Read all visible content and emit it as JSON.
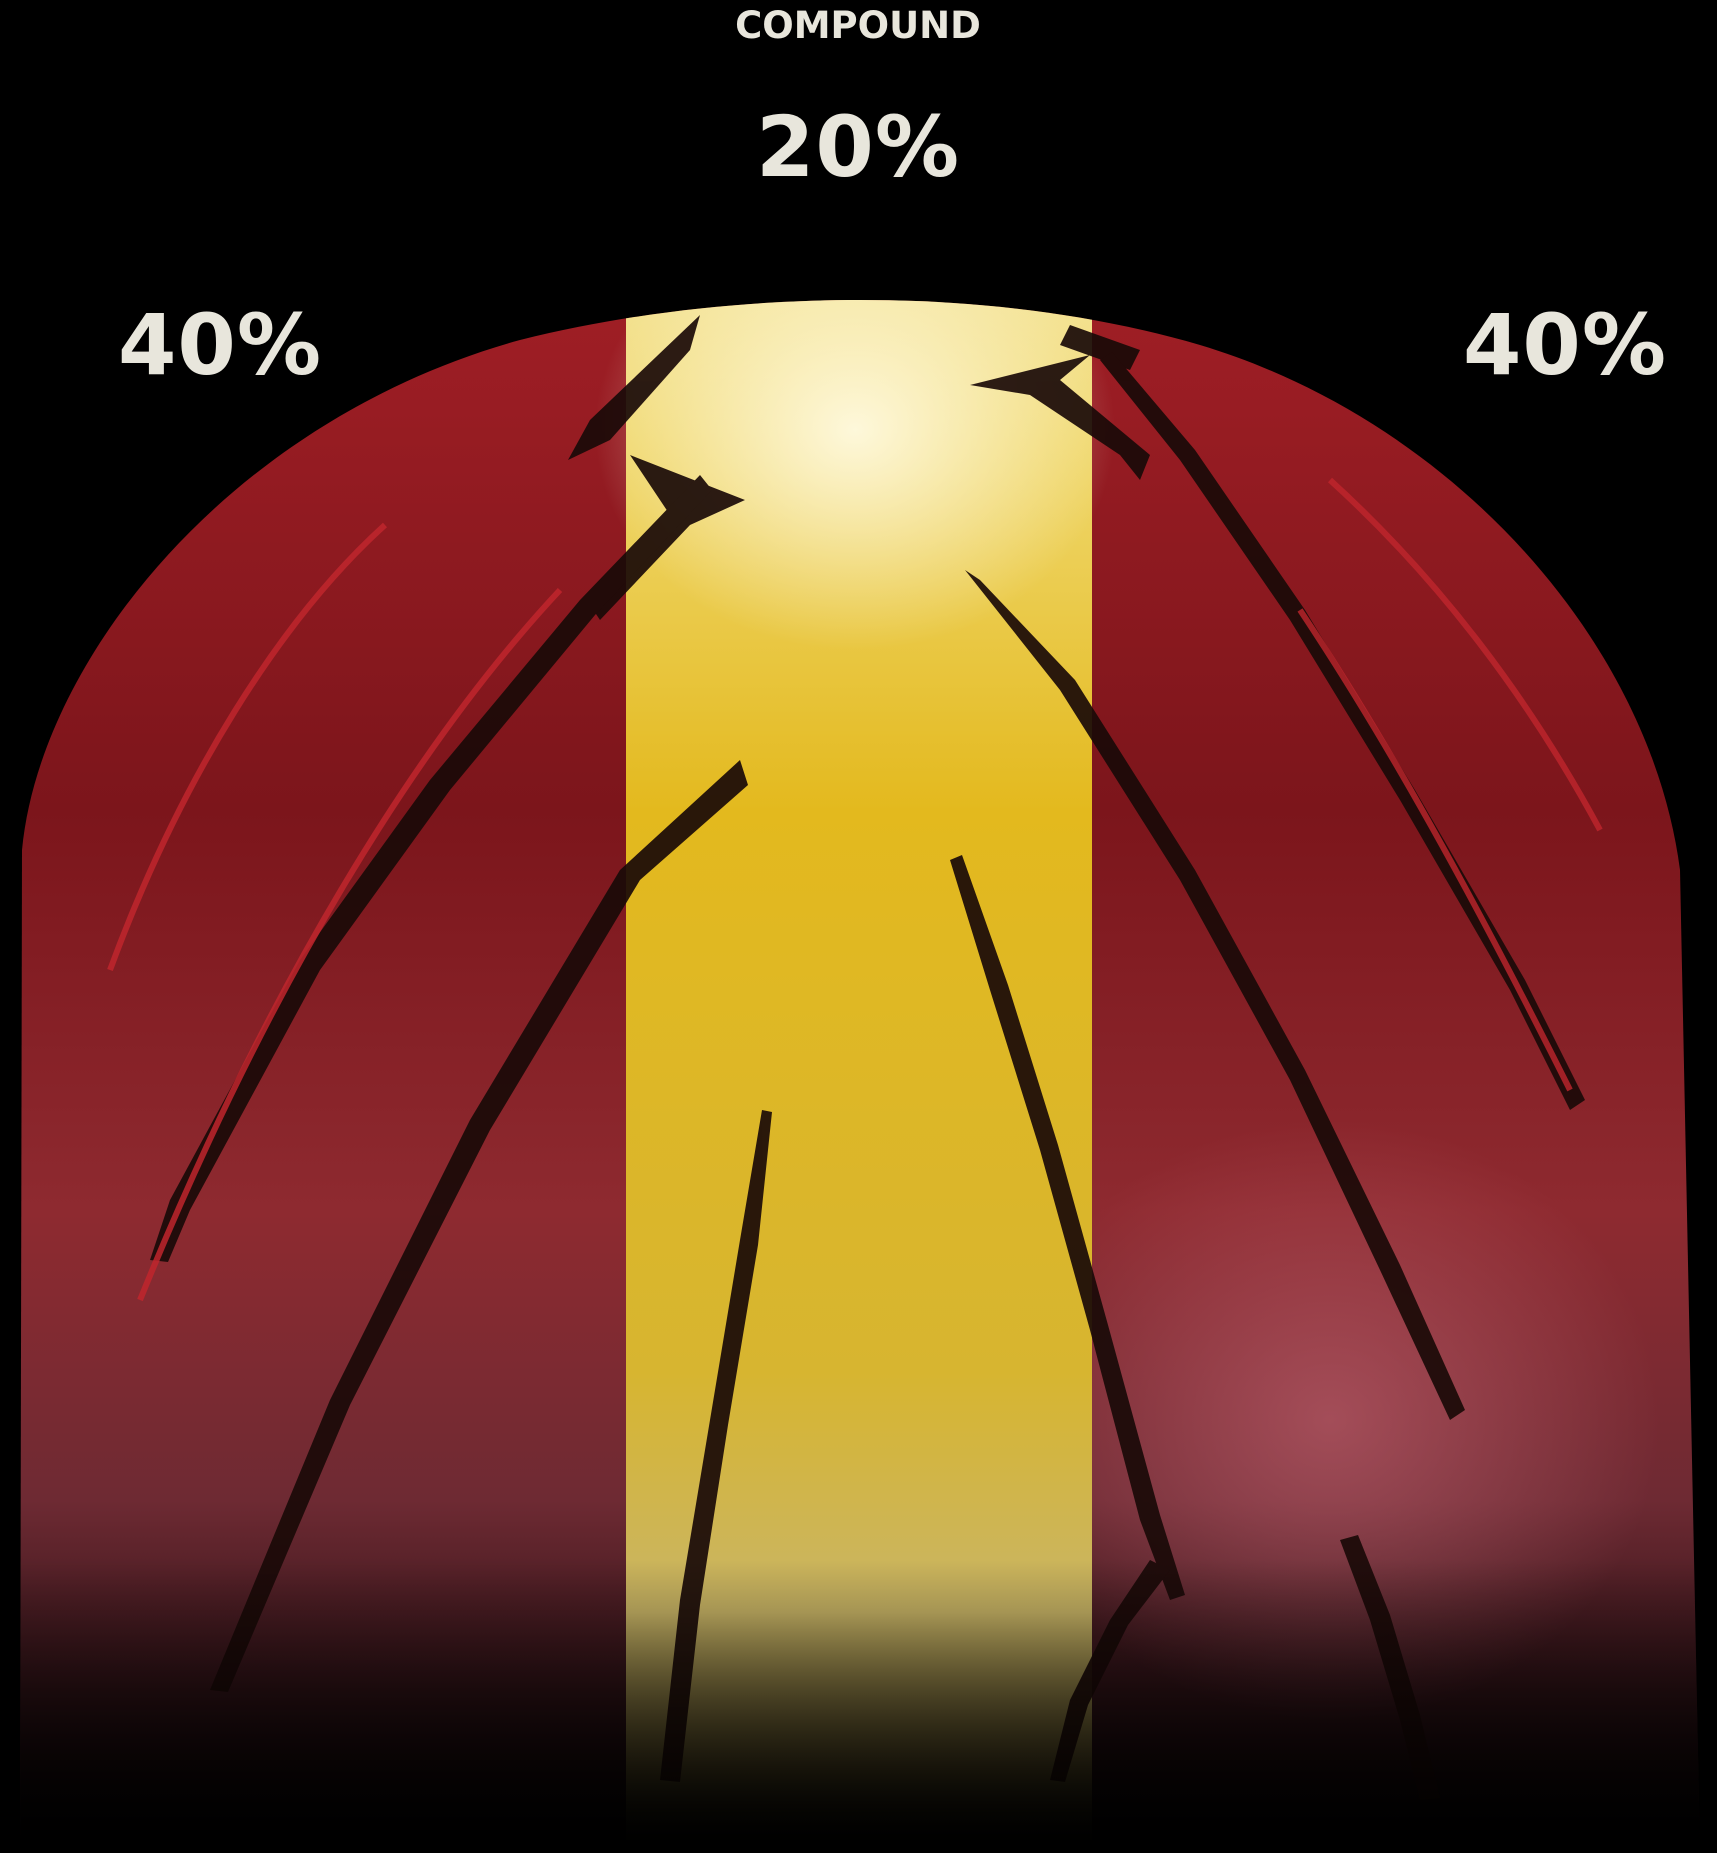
{
  "heading": "COMPOUND",
  "zones": [
    {
      "id": "left",
      "label": "40%",
      "value": 40,
      "color": "#8f1c22"
    },
    {
      "id": "center",
      "label": "20%",
      "value": 20,
      "color": "#e0b821"
    },
    {
      "id": "right",
      "label": "40%",
      "value": 40,
      "color": "#8f1c22"
    }
  ],
  "colors": {
    "background": "#000000",
    "text": "#e8e6dc"
  }
}
